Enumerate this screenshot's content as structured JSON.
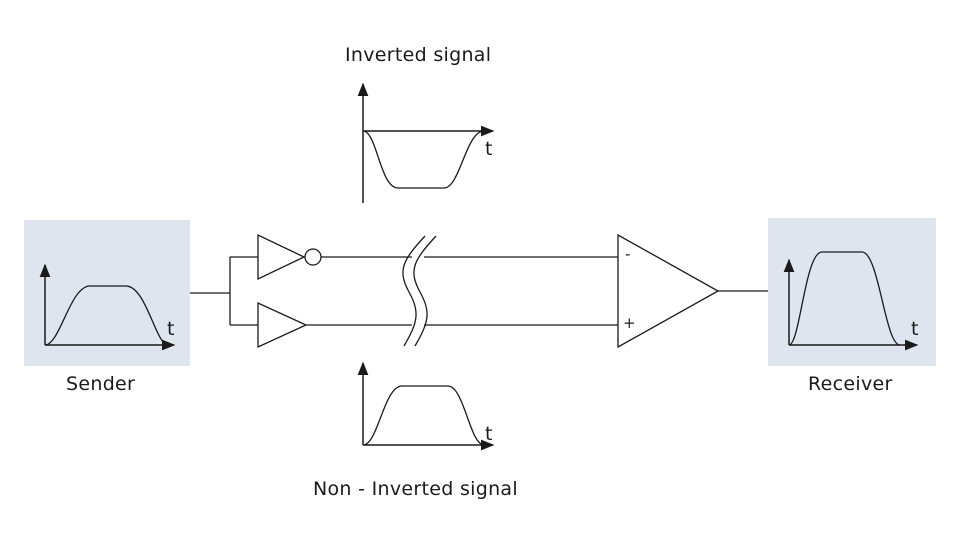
{
  "labels": {
    "inverted": "Inverted signal",
    "non_inverted": "Non - Inverted signal",
    "sender": "Sender",
    "receiver": "Receiver"
  },
  "axis_time_label": "t",
  "amp_minus": "-",
  "amp_plus": "+",
  "colors": {
    "panel_fill": "#dfe5ee",
    "stroke": "#1a1a1a"
  }
}
